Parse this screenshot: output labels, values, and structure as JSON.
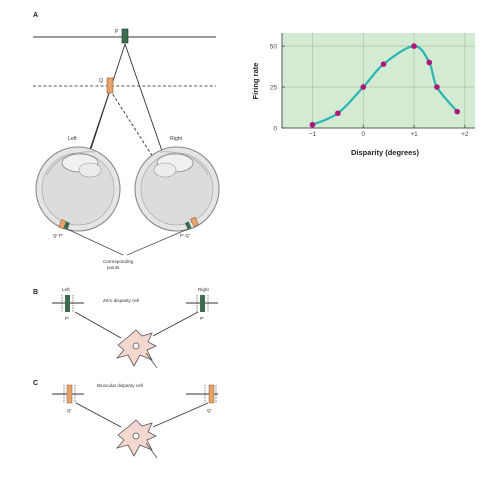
{
  "panels": {
    "a": {
      "letter": "A",
      "point_p": "P",
      "point_q": "Q",
      "left_eye": "Left",
      "right_eye": "Right",
      "left_retina": "Q' P'",
      "right_retina": "P' Q'",
      "corresponding_line1": "Corresponding",
      "corresponding_line2": "points"
    },
    "b": {
      "letter": "B",
      "left": "Left",
      "right": "Right",
      "title": "Zero disparity cell",
      "left_point": "P'",
      "right_point": "P'"
    },
    "c": {
      "letter": "C",
      "title": "Binocular disparity cell",
      "left_point": "Q'",
      "right_point": "Q'"
    }
  },
  "colors": {
    "plot_bg": "#d3ead3",
    "curve": "#2bb5b0",
    "points": "#b0167a",
    "green_marker": "#3d6b52",
    "orange_marker": "#e8a36b",
    "neuron": "#f4d7cf"
  },
  "chart_data": {
    "type": "line",
    "xlabel": "Disparity (degrees)",
    "ylabel": "Firing rate",
    "xlim": [
      -1.6,
      2.2
    ],
    "ylim": [
      0,
      58
    ],
    "x_ticks": [
      {
        "value": -1,
        "label": "−1"
      },
      {
        "value": 0,
        "label": "0"
      },
      {
        "value": 1,
        "label": "+1"
      },
      {
        "value": 2,
        "label": "+2"
      }
    ],
    "y_ticks": [
      {
        "value": 0,
        "label": "0"
      },
      {
        "value": 25,
        "label": "25"
      },
      {
        "value": 50,
        "label": "50"
      }
    ],
    "grid": true,
    "series": [
      {
        "x": [
          -1.0,
          -0.5,
          0.0,
          0.4,
          1.0,
          1.3,
          1.45,
          1.85
        ],
        "y": [
          2,
          9,
          25,
          39,
          50,
          40,
          25,
          10
        ]
      }
    ]
  }
}
